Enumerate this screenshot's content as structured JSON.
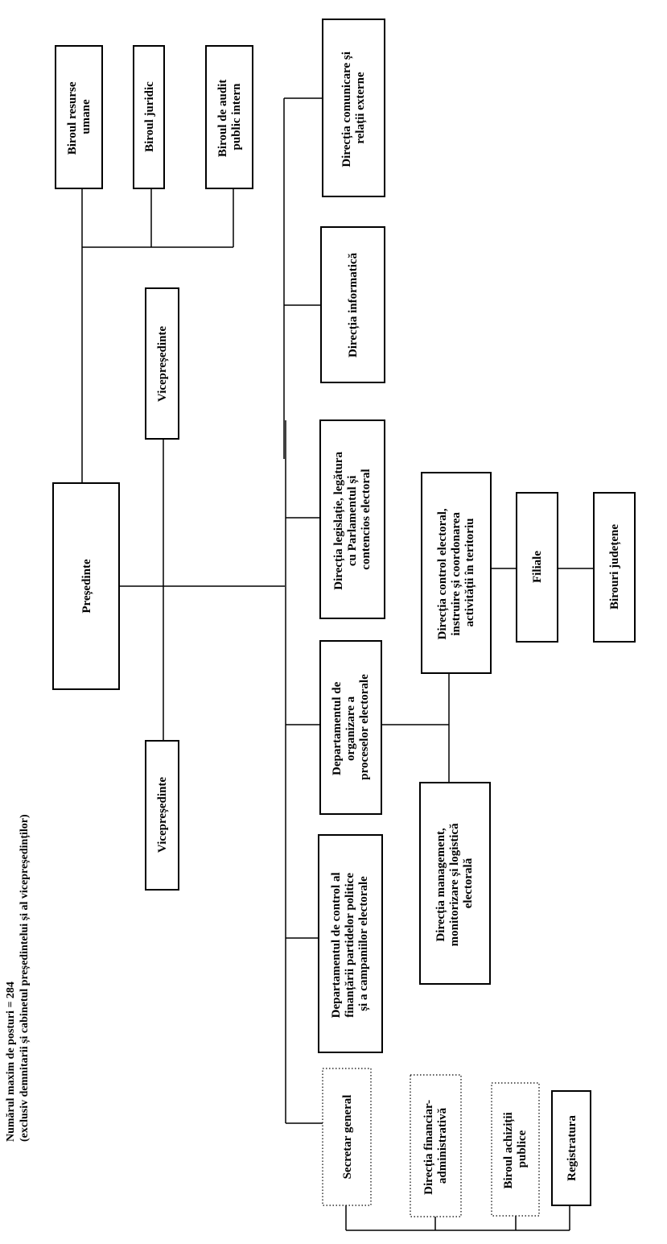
{
  "note": {
    "line1": "Numărul maxim de posturi = 284",
    "line2": "(exclusiv demnitarii și cabinetul președintelui și al vicepreședinților)"
  },
  "boxes": {
    "presedinte": [
      "Președinte"
    ],
    "vicepresedinte_top": [
      "Vicepreședinte"
    ],
    "vicepresedinte_bottom": [
      "Vicepreședinte"
    ],
    "birou_resurse_umane": [
      "Biroul resurse",
      "umane"
    ],
    "birou_juridic": [
      "Biroul juridic"
    ],
    "birou_audit": [
      "Biroul de audit",
      "public intern"
    ],
    "directia_comunicare": [
      "Direcția comunicare și",
      "relații externe"
    ],
    "directia_informatica": [
      "Direcția informatică"
    ],
    "directia_legislatie": [
      "Direcția legislație, legătura",
      "cu Parlamentul și",
      "contencios electoral"
    ],
    "departament_organizare": [
      "Departamentul de",
      "organizare a",
      "proceselor electorale"
    ],
    "departament_control": [
      "Departamentul de control al",
      "finanțării partidelor politice",
      "și a campaniilor electorale"
    ],
    "directia_control": [
      "Direcția control electoral,",
      "instruire și coordonarea",
      "activității în teritoriu"
    ],
    "filiale": [
      "Filiale"
    ],
    "birouri_judetene": [
      "Birouri județene"
    ],
    "directia_management": [
      "Direcția management,",
      "monitorizare și logistică",
      "electorală"
    ],
    "secretar_general": [
      "Secretar general"
    ],
    "directia_financiar": [
      "Direcția financiar-",
      "administrativă"
    ],
    "birou_achizitii": [
      "Biroul achiziții",
      "publice"
    ],
    "registratura": [
      "Registratura"
    ]
  }
}
